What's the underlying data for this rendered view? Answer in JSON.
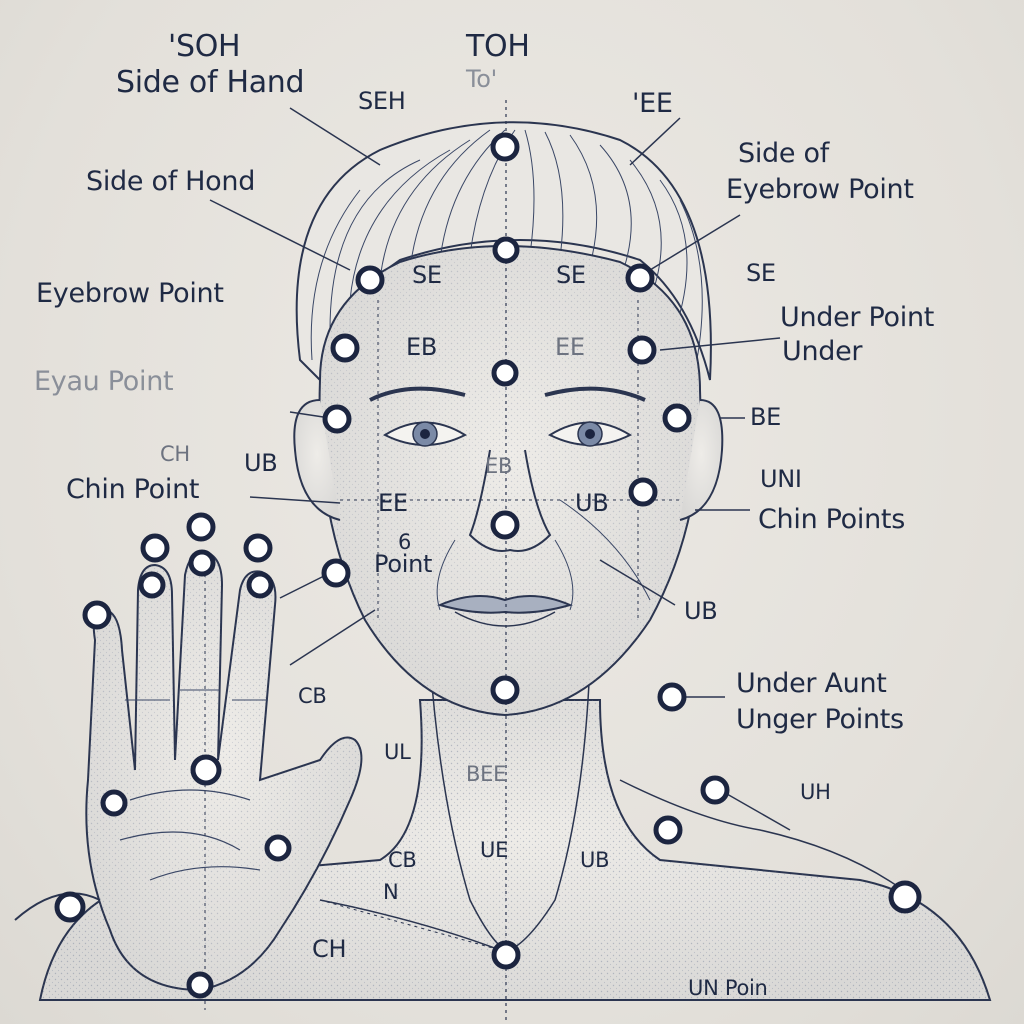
{
  "labels": {
    "soh": "'SOH",
    "side_of_hand_1": "Side of Hand",
    "toh": "TOH",
    "to": "To'",
    "seh": "SEH",
    "ee_top": "'EE",
    "side_of_eyebrow": "Side of",
    "side_of_eyebrow_2": "Eyebrow Point",
    "side_of_hond": "Side of Hond",
    "se_left": "SE",
    "se_mid": "SE",
    "se_right": "SE",
    "eyebrow_point": "Eyebrow Point",
    "under_point_1": "Under Point",
    "under_point_2": "Under",
    "eb_left": "EB",
    "ee_mid": "EE",
    "eyau_point": "Eyau Point",
    "be": "BE",
    "ch_small": "CH",
    "ub_left": "UB",
    "eb_center": "EB",
    "un": "UNI",
    "chin_point": "Chin Point",
    "ee_cheek": "EE",
    "ub_cheek": "UB",
    "chin_points": "Chin Points",
    "six": "6",
    "point": "Point",
    "ub_jaw": "UB",
    "cb": "CB",
    "under_aunt": "Under Aunt",
    "unger_points": "Unger Points",
    "ul": "UL",
    "bee": "BEE",
    "uh": "UH",
    "cb_low": "CB",
    "n": "N",
    "ue": "UE",
    "ub_low": "UB",
    "ch_big": "CH",
    "un_point": "UN Poin"
  },
  "colors": {
    "ink": "#1f2a44",
    "line": "#2b3550",
    "dot_fill": "#ffffff",
    "dot_ring": "#1c2540"
  }
}
